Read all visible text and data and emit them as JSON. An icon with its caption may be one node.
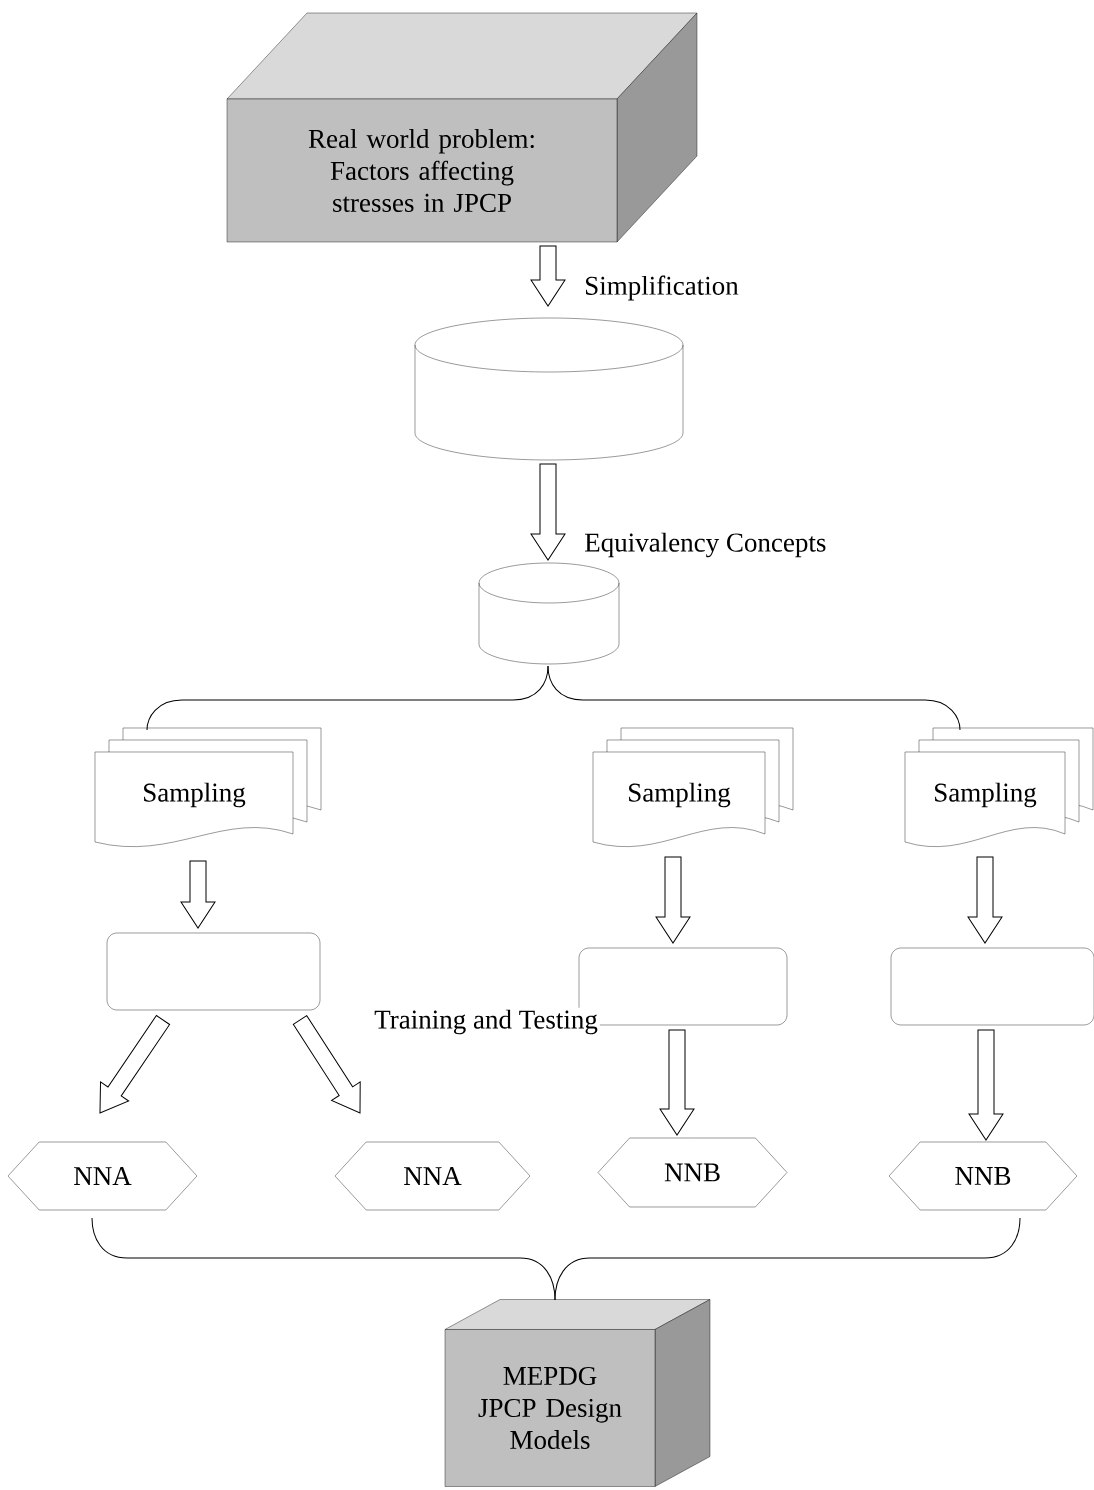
{
  "diagram": {
    "nodes": [
      {
        "text": [
          "Real world problem: Factors affecting stresses in JPCP"
        ]
      },
      {
        "text": [],
        "shape": "cylinder"
      },
      {
        "text": [],
        "shape": "cylinder"
      },
      {
        "text": [
          "Sampling"
        ]
      },
      {
        "text": [
          "Sampling"
        ]
      },
      {
        "text": [
          "Sampling"
        ]
      },
      {
        "text": [],
        "shape": "box"
      },
      {
        "text": [],
        "shape": "box"
      },
      {
        "text": [],
        "shape": "box"
      },
      {
        "text": [
          "NNA"
        ]
      },
      {
        "text": [
          "NNA"
        ]
      },
      {
        "text": [
          "NNB"
        ]
      },
      {
        "text": [
          "NNB"
        ]
      },
      {
        "text": [
          "MEPDG JPCP Design Models"
        ]
      }
    ],
    "edges": [
      {
        "from": 0,
        "to": 1,
        "arrow": "to",
        "label": "Simplification"
      },
      {
        "from": 1,
        "to": 2,
        "arrow": "to",
        "label": "Equivalency Concepts"
      },
      {
        "from": 2,
        "to": 3,
        "arrow": "none"
      },
      {
        "from": 2,
        "to": 5,
        "arrow": "none"
      },
      {
        "from": 3,
        "to": 6,
        "arrow": "to"
      },
      {
        "from": 4,
        "to": 7,
        "arrow": "to"
      },
      {
        "from": 5,
        "to": 8,
        "arrow": "to"
      },
      {
        "from": 6,
        "to": 9,
        "arrow": "to"
      },
      {
        "from": 6,
        "to": 10,
        "arrow": "to",
        "label": "Training and Testing"
      },
      {
        "from": 7,
        "to": 11,
        "arrow": "to"
      },
      {
        "from": 8,
        "to": 12,
        "arrow": "to"
      },
      {
        "from": 9,
        "to": 13,
        "arrow": "none"
      },
      {
        "from": 12,
        "to": 13,
        "arrow": "none"
      }
    ]
  }
}
